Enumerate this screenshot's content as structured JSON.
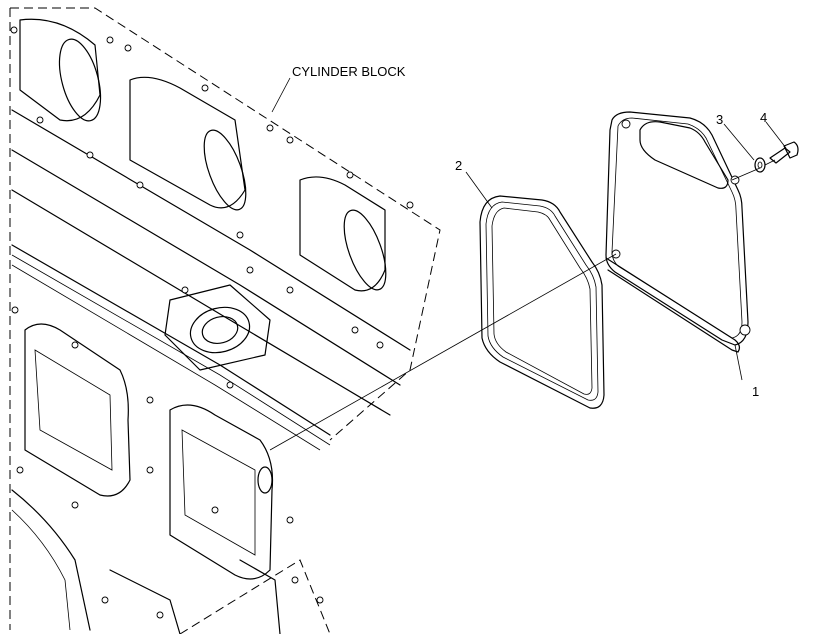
{
  "labels": {
    "cylinder_block": "CYLINDER BLOCK",
    "callout_1": "1",
    "callout_2": "2",
    "callout_3": "3",
    "callout_4": "4"
  },
  "colors": {
    "line": "#000000",
    "background": "#ffffff"
  }
}
